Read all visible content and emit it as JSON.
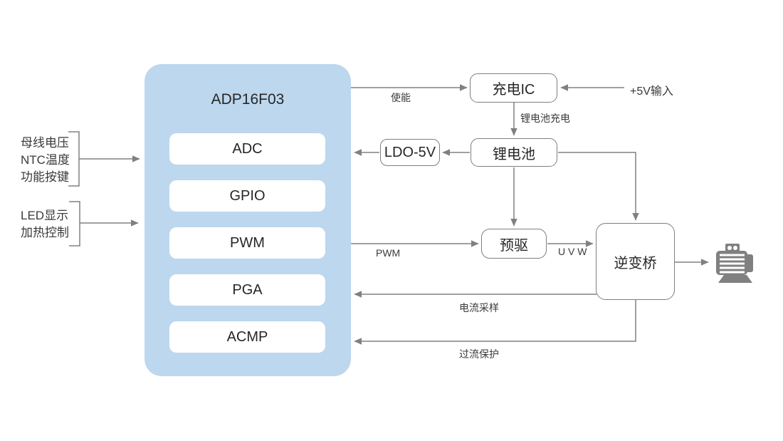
{
  "mcu": {
    "title": "ADP16F03",
    "peripherals": [
      "ADC",
      "GPIO",
      "PWM",
      "PGA",
      "ACMP"
    ]
  },
  "blocks": {
    "charger": "充电IC",
    "ldo": "LDO-5V",
    "battery": "锂电池",
    "predriver": "预驱",
    "inverter": "逆变桥"
  },
  "edge_labels": {
    "enable": "使能",
    "v5_input": "+5V输入",
    "battery_charge": "锂电池充电",
    "pwm": "PWM",
    "uvw": "U V W",
    "current_sample": "电流采样",
    "overcurrent_protect": "过流保护"
  },
  "input_groups": {
    "group1": [
      "母线电压",
      "NTC温度",
      "功能按键"
    ],
    "group2": [
      "LED显示",
      "加热控制"
    ]
  },
  "icons": {
    "motor": "motor-icon"
  },
  "colors": {
    "mcu_fill": "#BDD7EE",
    "box_border": "#7F7F7F",
    "line": "#808080",
    "text": "#262626"
  }
}
